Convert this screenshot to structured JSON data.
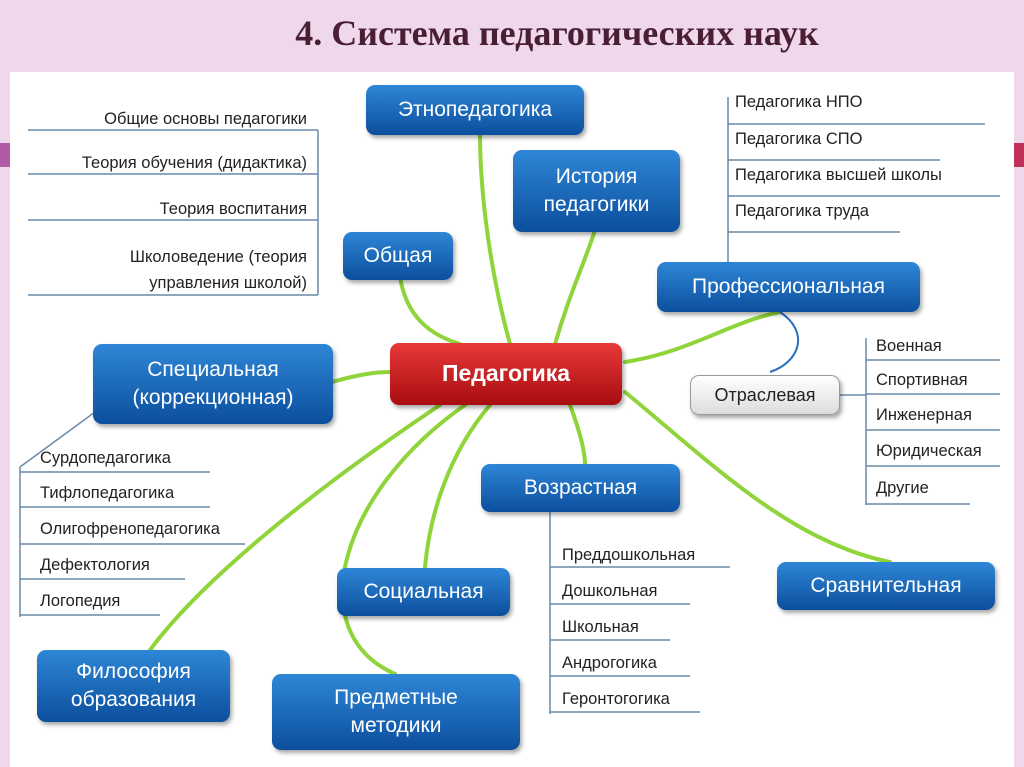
{
  "title": "4. Система педагогических наук",
  "root": "Педагогика",
  "nodes": {
    "ethno": "Этнопедагогика",
    "history": "История педагогики",
    "general": "Общая",
    "professional": "Профессиональная",
    "special": "Специальная (коррекционная)",
    "branch": "Отраслевая",
    "age": "Возрастная",
    "social": "Социальная",
    "comparative": "Сравнительная",
    "philosophy": "Философия образования",
    "methods": "Предметные методики"
  },
  "lists": {
    "general": [
      "Общие основы педагогики",
      "Теория обучения (дидактика)",
      "Теория воспитания",
      "Школоведение (теория управления школой)"
    ],
    "professional": [
      "Педагогика НПО",
      "Педагогика СПО",
      "Педагогика высшей школы",
      "Педагогика труда"
    ],
    "branch": [
      "Военная",
      "Спортивная",
      "Инженерная",
      "Юридическая",
      "Другие"
    ],
    "special": [
      "Сурдопедагогика",
      "Тифлопедагогика",
      "Олигофренопедагогика",
      "Дефектология",
      "Логопедия"
    ],
    "age": [
      "Преддошкольная",
      "Дошкольная",
      "Школьная",
      "Андрогогика",
      "Геронтогогика"
    ]
  }
}
